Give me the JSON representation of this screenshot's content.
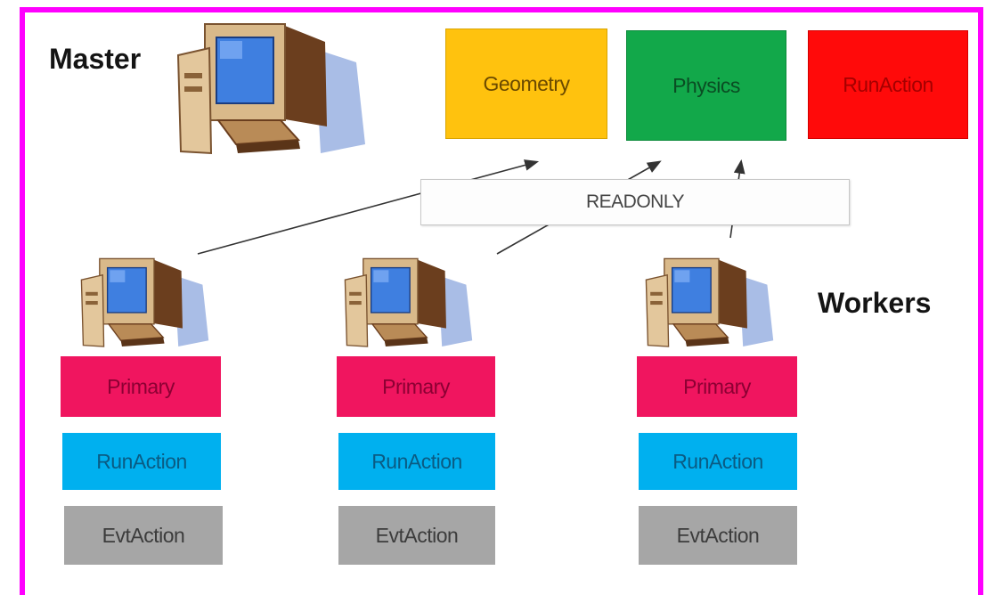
{
  "master_label": "Master",
  "workers_label": "Workers",
  "shared": {
    "geometry": "Geometry",
    "physics": "Physics",
    "run_action": "RunAction"
  },
  "readonly_label": "READONLY",
  "workers": [
    {
      "primary": "Primary",
      "run_action": "RunAction",
      "evt_action": "EvtAction"
    },
    {
      "primary": "Primary",
      "run_action": "RunAction",
      "evt_action": "EvtAction"
    },
    {
      "primary": "Primary",
      "run_action": "RunAction",
      "evt_action": "EvtAction"
    }
  ],
  "colors": {
    "frame": "#ff00ff",
    "geometry": "#ffc20e",
    "physics": "#12a84a",
    "run_action_shared": "#ff0a0a",
    "primary": "#f0155f",
    "run_action_worker": "#00b0ef",
    "evt_action": "#a6a6a6"
  }
}
